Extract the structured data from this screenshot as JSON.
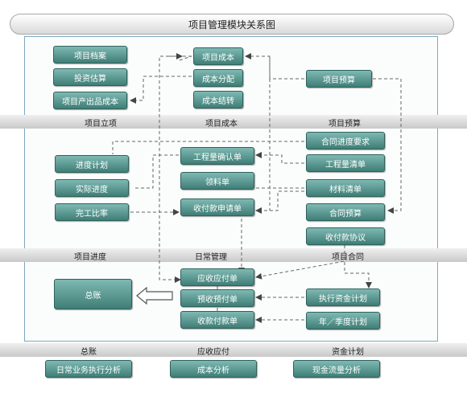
{
  "title": "项目管理模块关系图",
  "bands": {
    "row1": [
      "项目立项",
      "项目成本",
      "项目预算"
    ],
    "row2": [
      "项目进度",
      "日常管理",
      "项目合同"
    ],
    "row3": [
      "总账",
      "应收应付",
      "资金计划"
    ]
  },
  "boxes": {
    "project_archive": "项目档案",
    "investment_estimate": "投资估算",
    "project_product_cost": "项目产出品成本",
    "project_cost": "项目成本",
    "cost_allocation": "成本分配",
    "cost_carryover": "成本结转",
    "project_budget": "项目预算",
    "contract_progress_req": "合同进度要求",
    "work_quantity_confirm": "工程量确认单",
    "work_quantity_list": "工程量清单",
    "progress_plan": "进度计划",
    "actual_progress": "实际进度",
    "completion_ratio": "完工比率",
    "material_requisition": "领料单",
    "payment_request": "收付款申请单",
    "material_list": "材料清单",
    "contract_budget": "合同预算",
    "payment_agreement": "收付款协议",
    "general_ledger": "总账",
    "receivable_payable": "应收应付单",
    "prepayment": "预收预付单",
    "payment_voucher": "收款付款单",
    "fund_execution_plan": "执行资金计划",
    "annual_quarterly_plan": "年／季度计划",
    "daily_business_analysis": "日常业务执行分析",
    "cost_analysis": "成本分析",
    "cashflow_analysis": "现金流量分析"
  },
  "colors": {
    "box_top": "#7eb9b2",
    "box_bottom": "#3f7e76",
    "frame": "#7fa6bf",
    "connector": "#555555"
  }
}
